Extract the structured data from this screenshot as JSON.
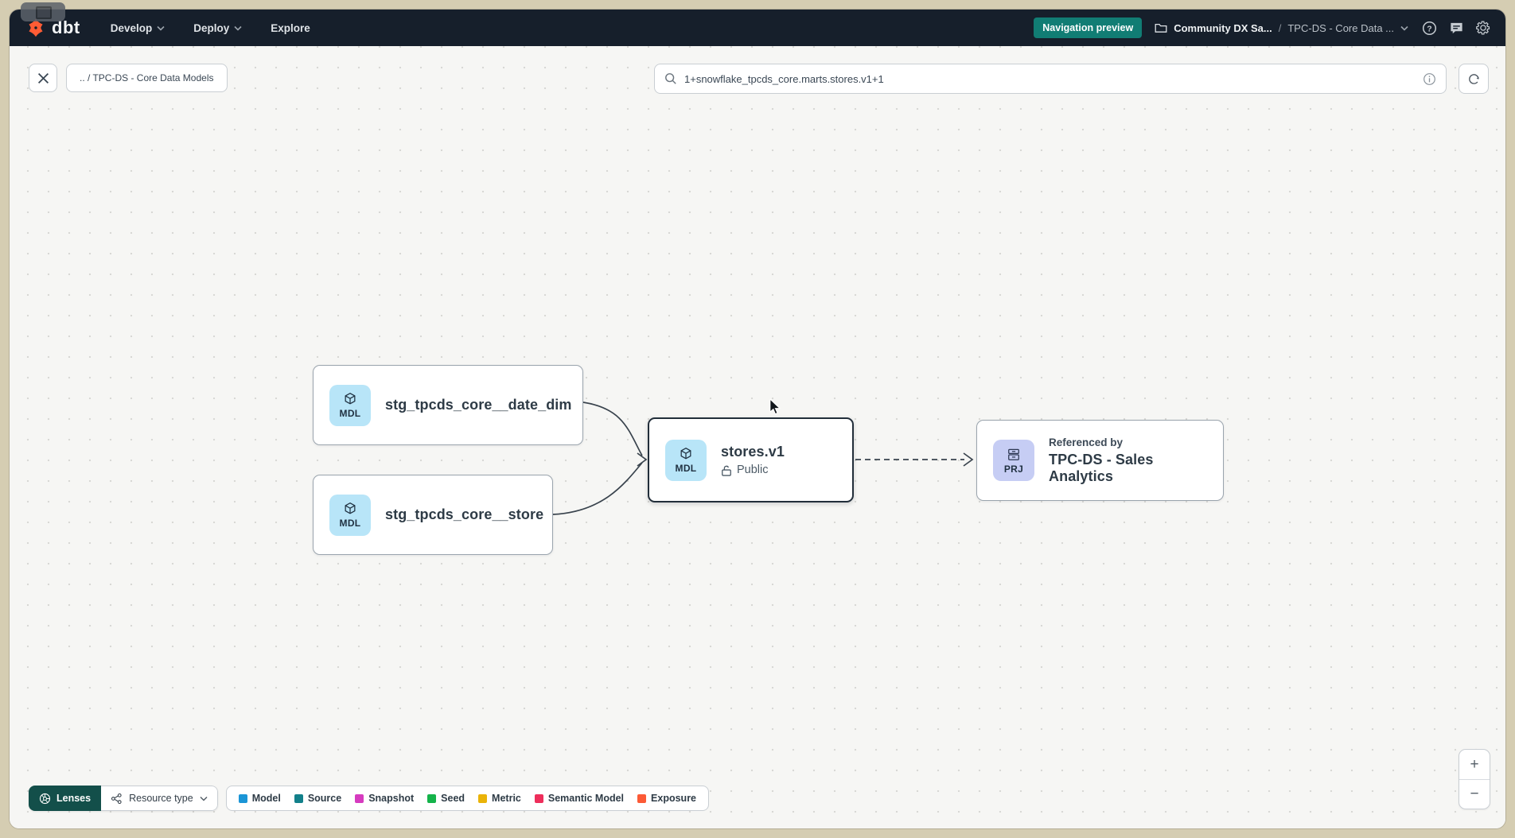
{
  "topnav": {
    "logo_text": "dbt",
    "menus": [
      {
        "label": "Develop"
      },
      {
        "label": "Deploy"
      },
      {
        "label": "Explore"
      }
    ],
    "navigation_preview_label": "Navigation preview",
    "account_breadcrumb": {
      "project": "Community DX Sa...",
      "separator": "/",
      "environment": "TPC-DS - Core Data ..."
    }
  },
  "toolbar": {
    "breadcrumb": ".. / TPC-DS - Core Data Models",
    "search_value": "1+snowflake_tpcds_core.marts.stores.v1+1"
  },
  "graph": {
    "nodes": {
      "date_dim": {
        "badge": "MDL",
        "title": "stg_tpcds_core__date_dim"
      },
      "store": {
        "badge": "MDL",
        "title": "stg_tpcds_core__store"
      },
      "stores_v1": {
        "badge": "MDL",
        "title": "stores.v1",
        "access": "Public"
      },
      "sales_analytics": {
        "badge": "PRJ",
        "subtitle": "Referenced by",
        "title": "TPC-DS - Sales Analytics"
      }
    }
  },
  "footer": {
    "lenses_label": "Lenses",
    "resource_type_label": "Resource type",
    "legend": [
      {
        "label": "Model",
        "color": "#1b95d6"
      },
      {
        "label": "Source",
        "color": "#12808a"
      },
      {
        "label": "Snapshot",
        "color": "#d63bbf"
      },
      {
        "label": "Seed",
        "color": "#14b34a"
      },
      {
        "label": "Metric",
        "color": "#eab308"
      },
      {
        "label": "Semantic Model",
        "color": "#ee2e5b"
      },
      {
        "label": "Exposure",
        "color": "#fc5a36"
      }
    ]
  },
  "zoom_controls": {
    "zoom_in": "+",
    "zoom_out": "−"
  },
  "colors": {
    "brand_orange": "#ff5c35",
    "accent_teal": "#117d74",
    "model_badge_bg": "#b8e5f8",
    "project_badge_bg": "#c6cdf4"
  }
}
